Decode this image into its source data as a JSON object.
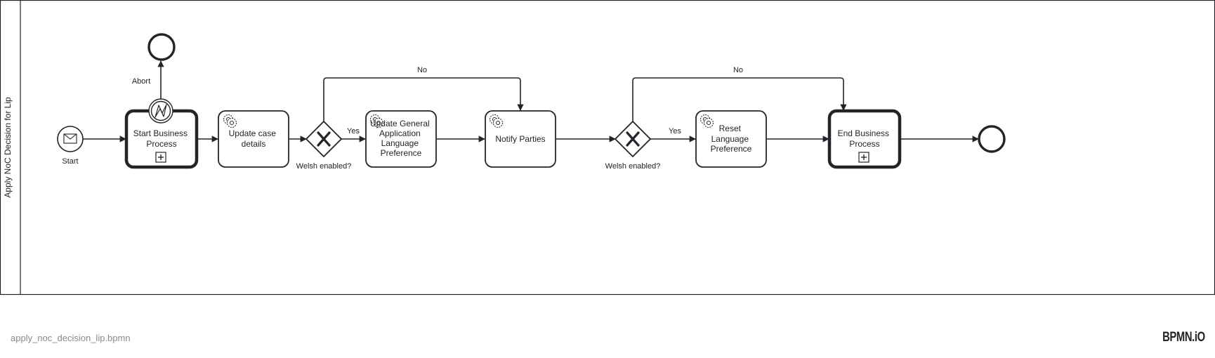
{
  "diagram": {
    "pool_label": "Apply NoC Decision for Lip",
    "start_event_label": "Start",
    "abort_label": "Abort",
    "tasks": {
      "start_business_process": [
        "Start Business",
        "Process"
      ],
      "update_case_details": [
        "Update case",
        "details"
      ],
      "update_general_application_language_preference": [
        "Update General",
        "Application",
        "Language",
        "Preference"
      ],
      "notify_parties": [
        "Notify Parties"
      ],
      "reset_language_preference": [
        "Reset",
        "Language",
        "Preference"
      ],
      "end_business_process": [
        "End Business",
        "Process"
      ]
    },
    "gateway_1_label": "Welsh enabled?",
    "gateway_2_label": "Welsh enabled?",
    "flow_labels": {
      "gateway_1_yes": "Yes",
      "gateway_1_no": "No",
      "gateway_2_yes": "Yes",
      "gateway_2_no": "No"
    }
  },
  "footer": {
    "file_name": "apply_noc_decision_lip.bpmn",
    "logo_text": "BPMN.iO"
  },
  "colors": {
    "stroke": "#22242a",
    "background": "#ffffff",
    "muted_text": "#8a8a8a"
  }
}
